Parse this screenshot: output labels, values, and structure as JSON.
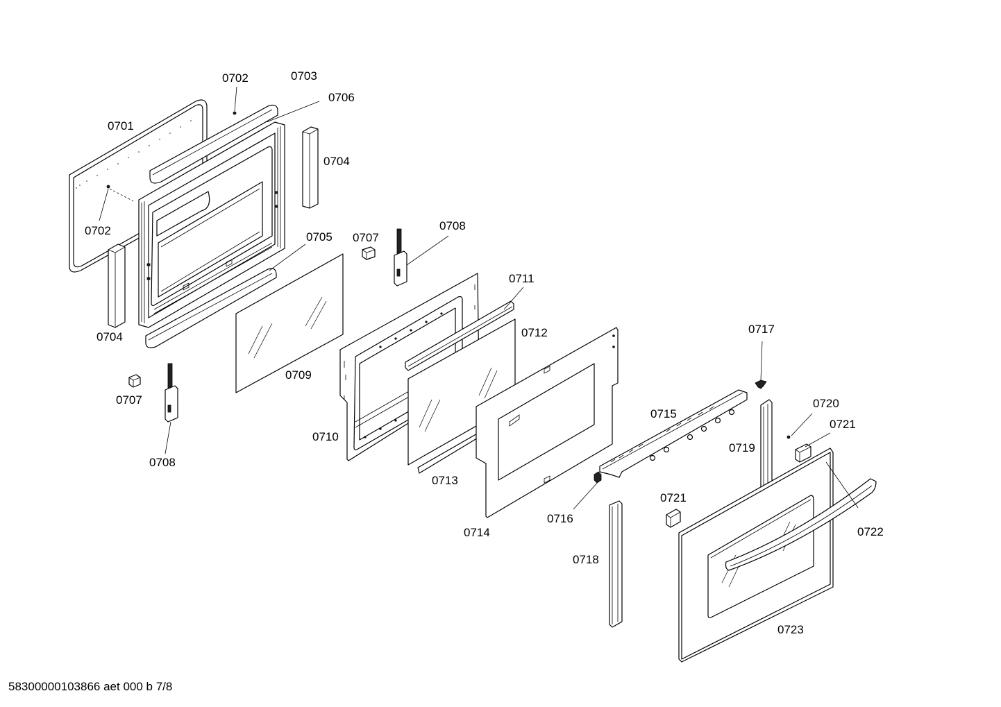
{
  "footer_text": "58300000103866 aet 000 b 7/8",
  "callouts": [
    {
      "key": "l0702a",
      "text": "0702"
    },
    {
      "key": "l0703",
      "text": "0703"
    },
    {
      "key": "l0706",
      "text": "0706"
    },
    {
      "key": "l0701",
      "text": "0701"
    },
    {
      "key": "l0704a",
      "text": "0704"
    },
    {
      "key": "l0702b",
      "text": "0702"
    },
    {
      "key": "l0705",
      "text": "0705"
    },
    {
      "key": "l0707a",
      "text": "0707"
    },
    {
      "key": "l0708a",
      "text": "0708"
    },
    {
      "key": "l0704b",
      "text": "0704"
    },
    {
      "key": "l0711",
      "text": "0711"
    },
    {
      "key": "l0712",
      "text": "0712"
    },
    {
      "key": "l0709",
      "text": "0709"
    },
    {
      "key": "l0707b",
      "text": "0707"
    },
    {
      "key": "l0717",
      "text": "0717"
    },
    {
      "key": "l0720",
      "text": "0720"
    },
    {
      "key": "l0715",
      "text": "0715"
    },
    {
      "key": "l0721a",
      "text": "0721"
    },
    {
      "key": "l0710",
      "text": "0710"
    },
    {
      "key": "l0719",
      "text": "0719"
    },
    {
      "key": "l0708b",
      "text": "0708"
    },
    {
      "key": "l0713",
      "text": "0713"
    },
    {
      "key": "l0721b",
      "text": "0721"
    },
    {
      "key": "l0716",
      "text": "0716"
    },
    {
      "key": "l0722",
      "text": "0722"
    },
    {
      "key": "l0714",
      "text": "0714"
    },
    {
      "key": "l0718",
      "text": "0718"
    },
    {
      "key": "l0723",
      "text": "0723"
    }
  ]
}
